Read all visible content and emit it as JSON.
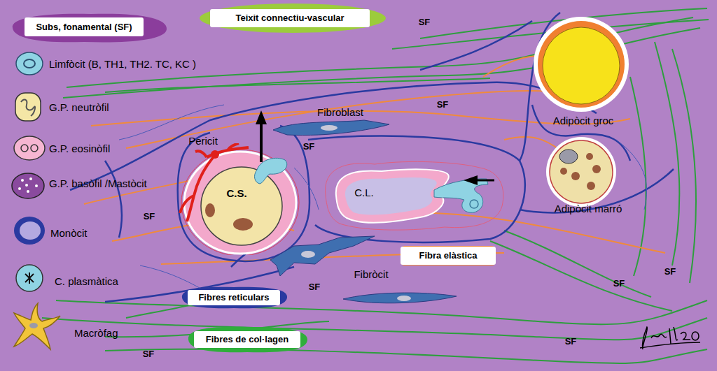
{
  "diagram": {
    "nodes": [
      {
        "text": [
          "Subs, fonamental (SF)"
        ]
      },
      {
        "text": [
          "Teixit connectiu-vascular"
        ]
      },
      {
        "text": [
          "C.S."
        ]
      },
      {
        "text": [
          "C.L."
        ]
      },
      {
        "text": [
          "Fibra elàstica"
        ]
      },
      {
        "text": [
          "Fibres reticulars"
        ]
      },
      {
        "text": [
          "Fibres de col·lagen"
        ]
      }
    ],
    "labels": [
      "SF",
      "SF",
      "SF",
      "Pericit",
      "Fibroblast",
      "Adipòcit groc",
      "Adipòcit marró",
      "SF",
      "SF",
      "Fibròcit",
      "SF",
      "SF",
      "SF",
      "SF"
    ],
    "legend": [
      {
        "text": "Limfòcit (B, TH1, TH2. TC, KC )"
      },
      {
        "text": "G.P. neutròfil"
      },
      {
        "text": "G.P. eosinòfil"
      },
      {
        "text": "G.P. basòfil /Mastòcit"
      },
      {
        "text": "Monòcit"
      },
      {
        "text": "C. plasmàtica"
      },
      {
        "text": "Macròfag"
      }
    ]
  }
}
